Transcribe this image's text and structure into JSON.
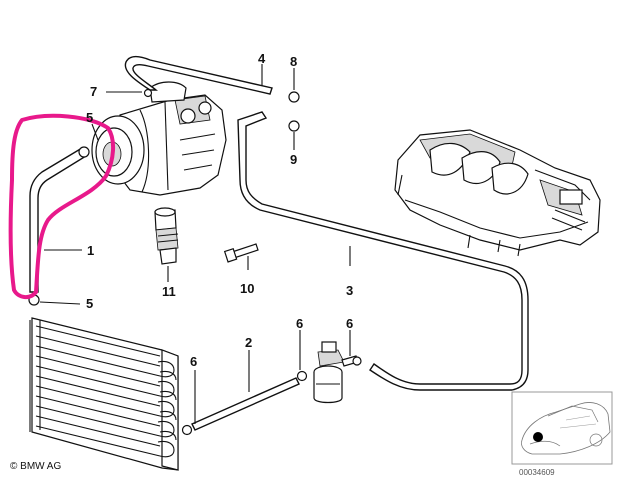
{
  "callouts": {
    "c1": "1",
    "c2": "2",
    "c3": "3",
    "c4": "4",
    "c5a": "5",
    "c5b": "5",
    "c6a": "6",
    "c6b": "6",
    "c6c": "6",
    "c7": "7",
    "c8": "8",
    "c9": "9",
    "c10": "10",
    "c11": "11"
  },
  "footer": {
    "copyright": "© BMW AG",
    "ref_number": "00034609"
  },
  "colors": {
    "highlight": "#e8198b",
    "ink": "#111111",
    "marker": "#000000"
  }
}
